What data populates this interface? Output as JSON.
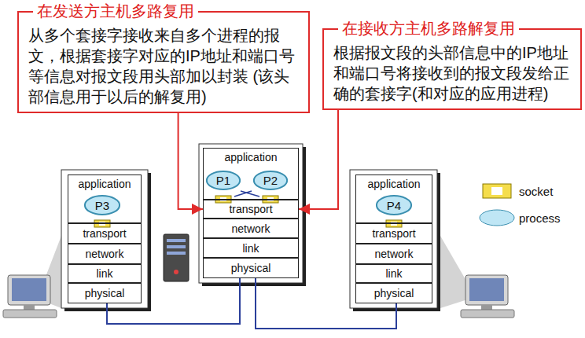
{
  "diagram": {
    "nodes": [
      {
        "text": [
          "在发送方主机多路复用",
          "从多个套接字接收来自多个进程的报文，根据套接字对应的IP地址和端口号等信息对报文段用头部加以封装 (该头部信息用于以后的解复用)"
        ]
      },
      {
        "text": [
          "在接收方主机多路解复用",
          "根据报文段的头部信息中的IP地址和端口号将接收到的报文段发给正确的套接字(和对应的应用进程)"
        ]
      },
      {
        "text": [
          "application"
        ]
      },
      {
        "text": [
          "P3"
        ],
        "in": 2
      },
      {
        "text": [
          "transport"
        ]
      },
      {
        "text": [
          "network"
        ]
      },
      {
        "text": [
          "link"
        ]
      },
      {
        "text": [
          "physical"
        ]
      },
      {
        "text": [
          "application"
        ]
      },
      {
        "text": [
          "P1"
        ],
        "in": 8
      },
      {
        "text": [
          "P2"
        ],
        "in": 8
      },
      {
        "text": [
          "transport"
        ]
      },
      {
        "text": [
          "network"
        ]
      },
      {
        "text": [
          "link"
        ]
      },
      {
        "text": [
          "physical"
        ]
      },
      {
        "text": [
          "application"
        ]
      },
      {
        "text": [
          "P4"
        ],
        "in": 15
      },
      {
        "text": [
          "transport"
        ]
      },
      {
        "text": [
          "network"
        ]
      },
      {
        "text": [
          "link"
        ]
      },
      {
        "text": [
          "physical"
        ]
      }
    ],
    "edges": [
      {
        "from": 0,
        "to": 11,
        "arrow": "to"
      },
      {
        "from": 1,
        "to": 11,
        "arrow": "to"
      },
      {
        "from": 7,
        "to": 14,
        "arrow": "none"
      },
      {
        "from": 14,
        "to": 20,
        "arrow": "none"
      }
    ],
    "legend": [
      {
        "text": "socket"
      },
      {
        "text": "process"
      }
    ]
  }
}
